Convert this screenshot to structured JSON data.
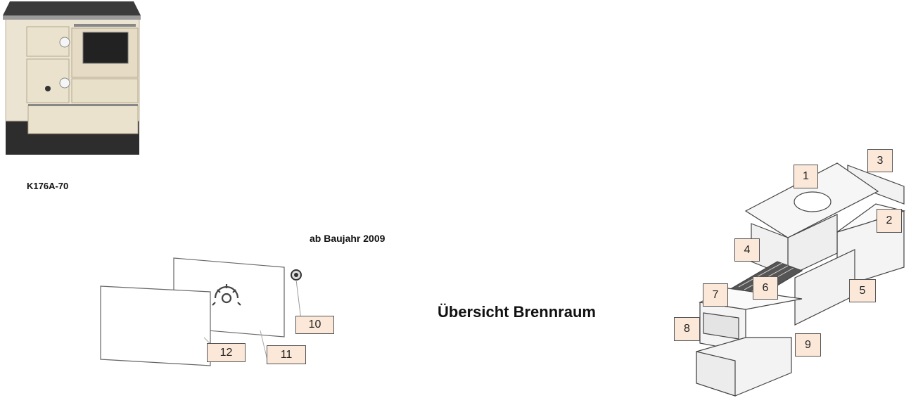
{
  "labels": {
    "model": "K176A-70",
    "since": "ab Baujahr 2009",
    "title": "Übersicht Brennraum"
  },
  "callouts": {
    "c1": "1",
    "c2": "2",
    "c3": "3",
    "c4": "4",
    "c5": "5",
    "c6": "6",
    "c7": "7",
    "c8": "8",
    "c9": "9",
    "c10": "10",
    "c11": "11",
    "c12": "12"
  },
  "colors": {
    "stove_body": "#ece4d2",
    "stove_top": "#3a3a3a",
    "stove_base": "#2b2b2b",
    "callout_fill": "#fbe8d8"
  }
}
